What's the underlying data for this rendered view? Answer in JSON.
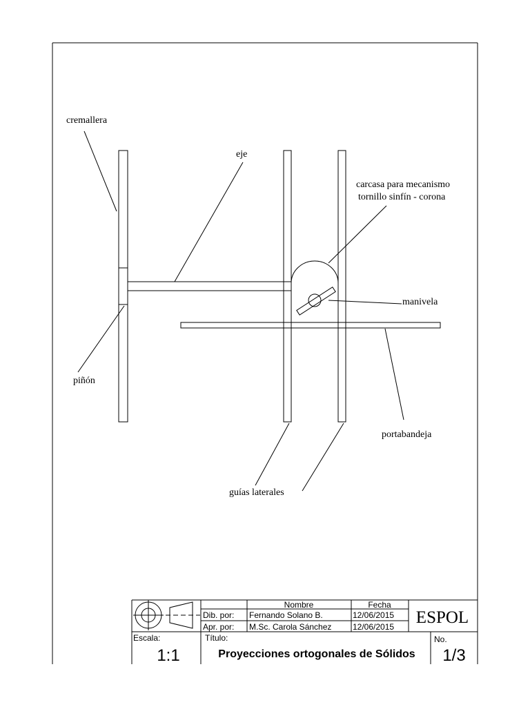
{
  "labels": {
    "cremallera": "cremallera",
    "eje": "eje",
    "carcasa_line1": "carcasa para mecanismo",
    "carcasa_line2": "tornillo sinfín - corona",
    "manivela": "manivela",
    "pinon": "piñón",
    "portabandeja": "portabandeja",
    "guias": "guías laterales"
  },
  "title_block": {
    "header_nombre": "Nombre",
    "header_fecha": "Fecha",
    "dib_label": "Dib. por:",
    "dib_name": "Fernando Solano B.",
    "dib_date": "12/06/2015",
    "apr_label": "Apr. por:",
    "apr_name": "M.Sc. Carola Sánchez",
    "apr_date": "12/06/2015",
    "institution": "ESPOL",
    "escala_label": "Escala:",
    "escala_value": "1:1",
    "titulo_label": "Título:",
    "titulo_value": "Proyecciones ortogonales de Sólidos",
    "no_label": "No.",
    "no_value": "1/3"
  },
  "icons": {
    "projection_symbol": "first-angle-projection-icon"
  }
}
